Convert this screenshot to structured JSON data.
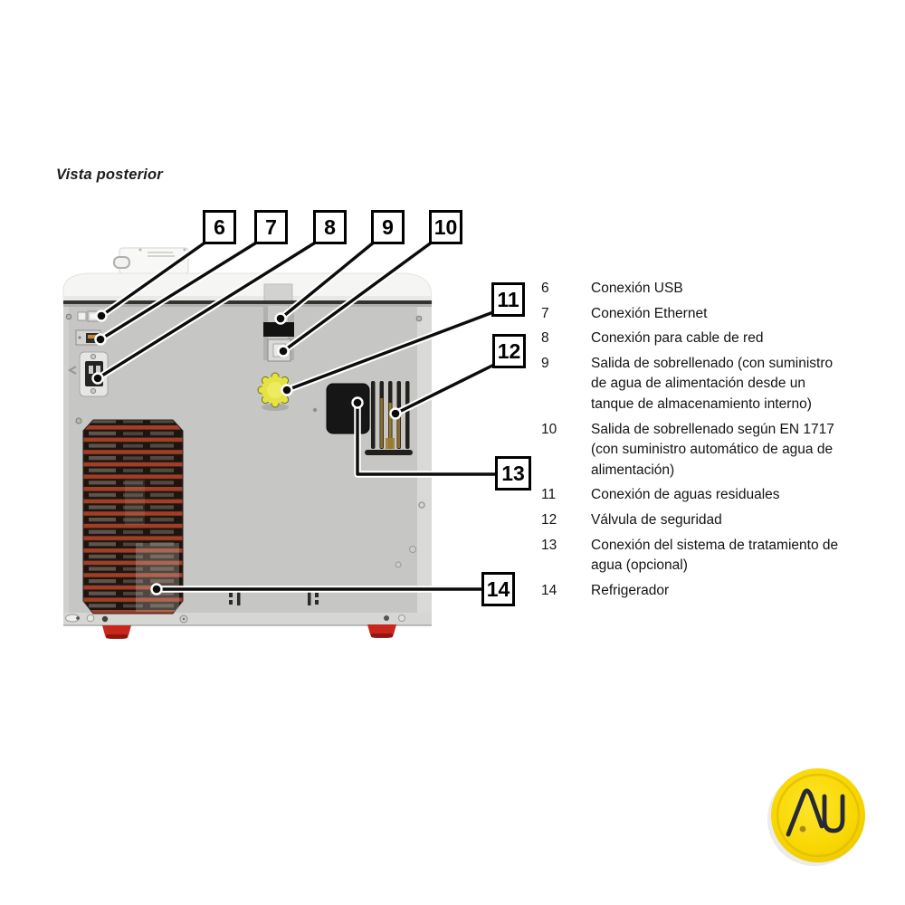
{
  "title": "Vista posterior",
  "callouts": [
    "6",
    "7",
    "8",
    "9",
    "10",
    "11",
    "12",
    "13",
    "14"
  ],
  "legend": {
    "items": [
      {
        "number": "6",
        "lines": [
          "Conexión USB"
        ]
      },
      {
        "number": "7",
        "lines": [
          "Conexión Ethernet"
        ]
      },
      {
        "number": "8",
        "lines": [
          "Conexión para cable de red"
        ]
      },
      {
        "number": "9",
        "lines": [
          "Salida de sobrellenado (con suministro",
          "de agua de alimentación desde un",
          "tanque de almacenamiento interno)"
        ]
      },
      {
        "number": "10",
        "lines": [
          "Salida de sobrellenado según EN 1717",
          "(con suministro automático de agua de",
          "alimentación)"
        ]
      },
      {
        "number": "11",
        "lines": [
          "Conexión de aguas residuales"
        ]
      },
      {
        "number": "12",
        "lines": [
          "Válvula de seguridad"
        ]
      },
      {
        "number": "13",
        "lines": [
          "Conexión del sistema de tratamiento de",
          "agua (opcional)"
        ]
      },
      {
        "number": "14",
        "lines": [
          "Refrigerador"
        ]
      }
    ]
  },
  "logo": {
    "monogram": "AU"
  },
  "colors": {
    "panel_gray": "#c6c6c4",
    "top_white": "#f5f5f3",
    "knob_yellow": "#e5e33f",
    "coil_red": "#a03e26",
    "feet_red": "#c9271c",
    "logo_yellow": "#f8d700"
  }
}
